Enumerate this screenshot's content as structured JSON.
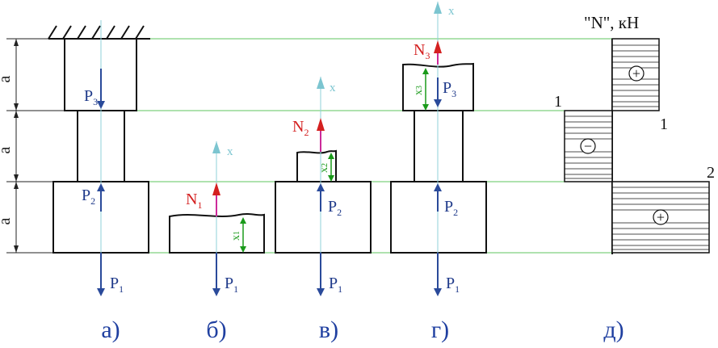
{
  "diagram": {
    "subfigure_labels": [
      "а)",
      "б)",
      "в)",
      "г)",
      "д)"
    ],
    "dimension_label": "a",
    "loads": {
      "P1": {
        "letter": "P",
        "sub": "1"
      },
      "P2": {
        "letter": "P",
        "sub": "2"
      },
      "P3": {
        "letter": "P",
        "sub": "3"
      }
    },
    "internal_forces": {
      "N1": {
        "letter": "N",
        "sub": "1"
      },
      "N2": {
        "letter": "N",
        "sub": "2"
      },
      "N3": {
        "letter": "N",
        "sub": "3"
      }
    },
    "section_coords": {
      "x1": {
        "letter": "x",
        "sub": "1"
      },
      "x2": {
        "letter": "x",
        "sub": "2"
      },
      "x3": {
        "letter": "x",
        "sub": "3"
      }
    },
    "axis_label": "x",
    "epure": {
      "title": "\"N\", кН",
      "section_labels": [
        "1",
        "1",
        "2"
      ],
      "signs": [
        "+",
        "−",
        "+"
      ]
    },
    "colors": {
      "load_arrow": "#2a4a9a",
      "force_arrow": "#d42020",
      "axis": "#7cc5d0",
      "guide_line": "#5fc65f",
      "coord_arrow": "#1a9a1a",
      "outline": "#111111"
    }
  }
}
